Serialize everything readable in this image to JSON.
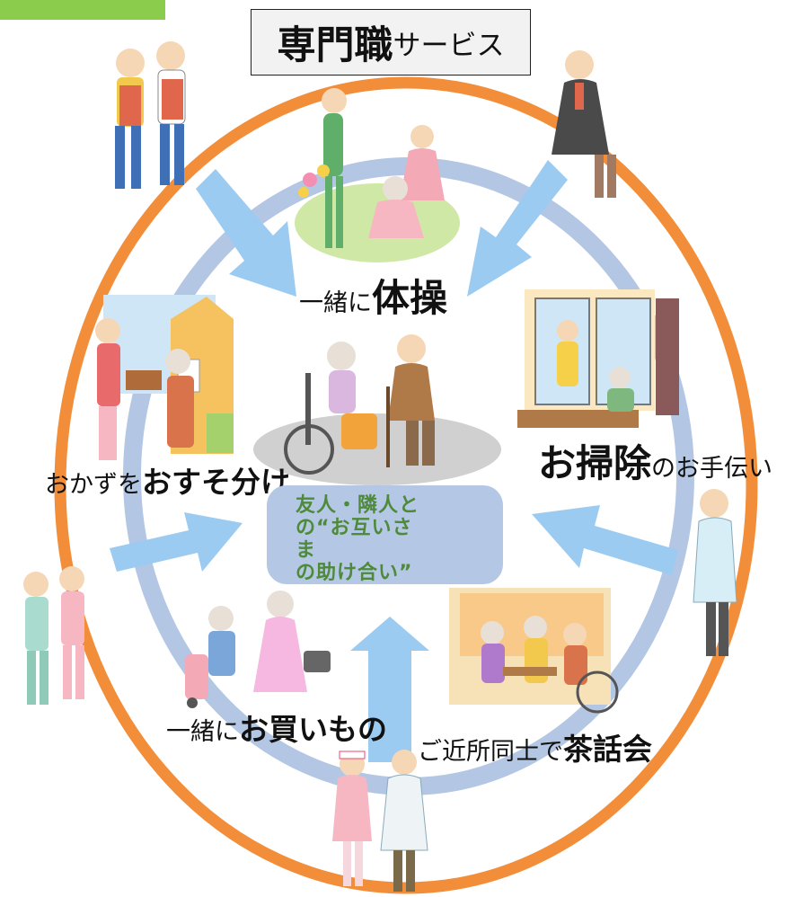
{
  "header": {
    "title_bold": "専門職",
    "title_rest": "サービス"
  },
  "labels": {
    "taiso_pre": "一緒に",
    "taiso_main": "体操",
    "souji_main": "お掃除",
    "souji_post": "のお手伝い",
    "osusowake_pre": "おかずを",
    "osusowake_main": "おすそ分け",
    "kaimono_pre": "一緒に",
    "kaimono_main": "お買いもの",
    "chawakai_pre": "ご近所同士で",
    "chawakai_main": "茶話会"
  },
  "center": {
    "lines": [
      "友人・隣人と",
      "の“お互いさ",
      "ま",
      "の助け合い”"
    ]
  },
  "colors": {
    "outer_ring": "#f28e3a",
    "inner_ring": "#b3c6e3",
    "arrow": "#9ccbf2",
    "center_box": "#b4c8e6",
    "center_text": "#4f8a3a",
    "green_tab": "#8ccc4c"
  }
}
